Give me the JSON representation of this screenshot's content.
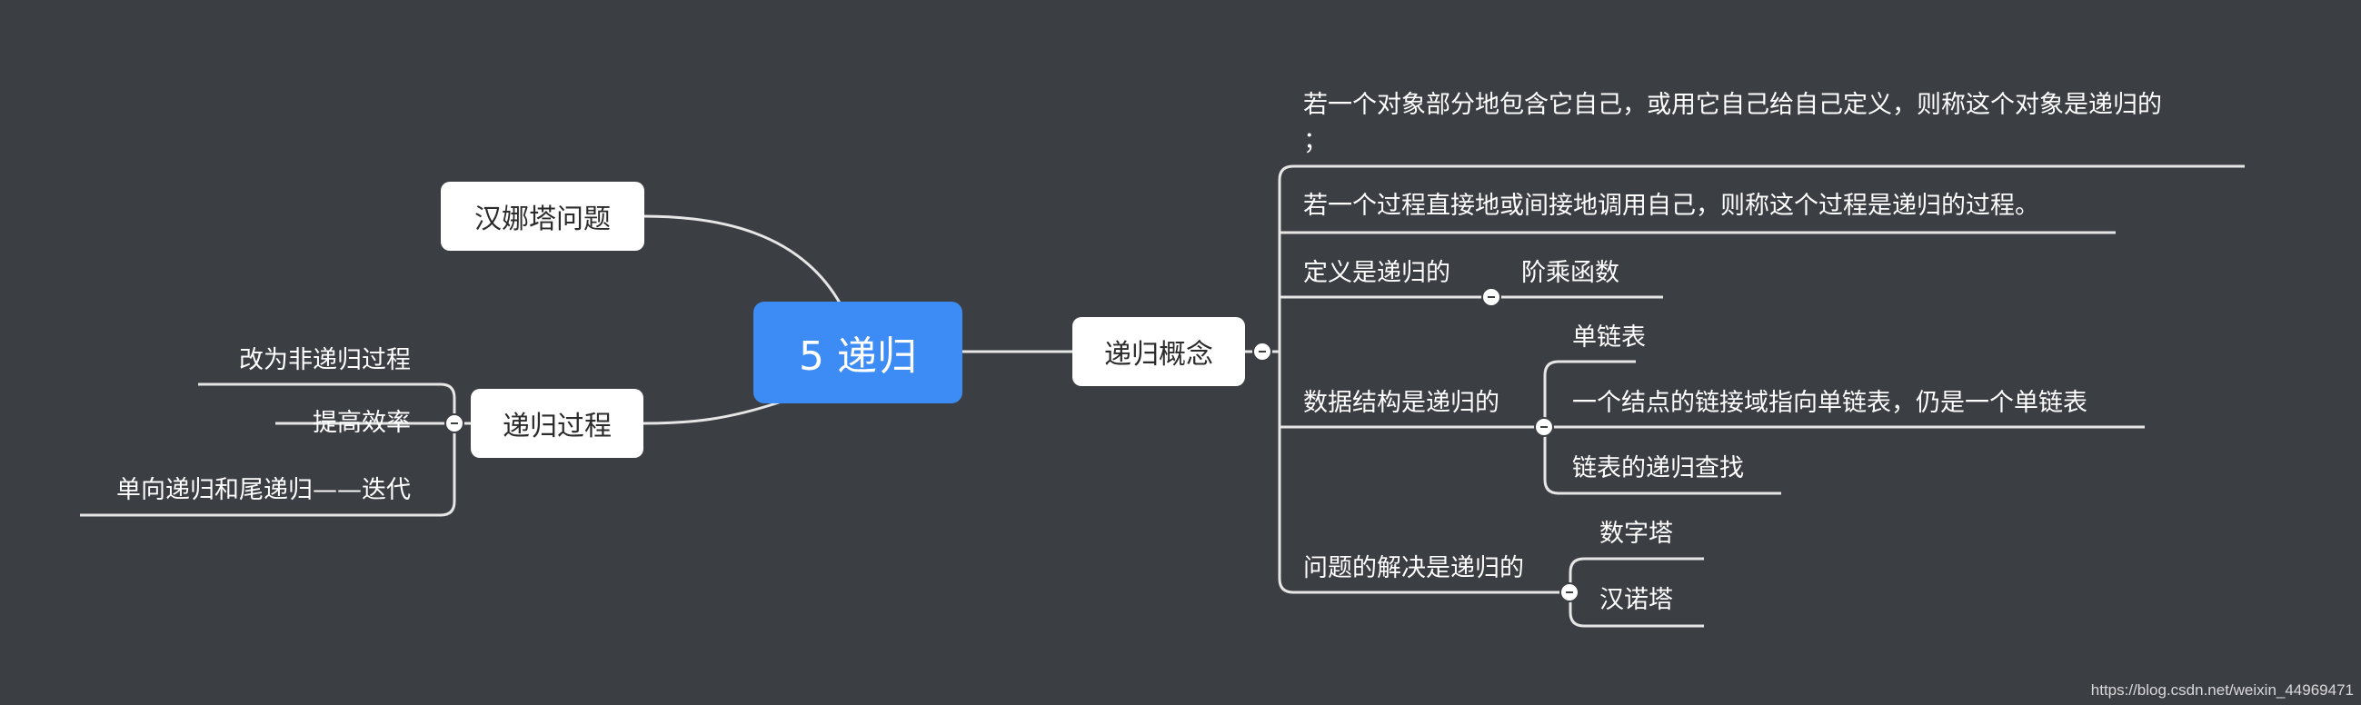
{
  "root": {
    "label": "5 递归"
  },
  "left_branches": {
    "hanoi": {
      "label": "汉娜塔问题"
    },
    "recursion_process": {
      "label": "递归过程",
      "children": [
        "改为非递归过程",
        "提高效率",
        "单向递归和尾递归——迭代"
      ]
    }
  },
  "right_branch": {
    "label": "递归概念",
    "children": {
      "object_def": {
        "line1": "若一个对象部分地包含它自己，或用它自己给自己定义，则称这个对象是递归的",
        "line2": "；"
      },
      "process_def": "若一个过程直接地或间接地调用自己，则称这个过程是递归的过程。",
      "definition": {
        "label": "定义是递归的",
        "children": [
          "阶乘函数"
        ]
      },
      "data_structure": {
        "label": "数据结构是递归的",
        "children": [
          "单链表",
          "一个结点的链接域指向单链表，仍是一个单链表",
          "链表的递归查找"
        ]
      },
      "problem_solving": {
        "label": "问题的解决是递归的",
        "children": [
          "数字塔",
          "汉诺塔"
        ]
      }
    }
  },
  "watermark": "https://blog.csdn.net/weixin_44969471",
  "colors": {
    "background": "#3b3e43",
    "root": "#3d8bf5",
    "line": "#e6e6e6",
    "node": "#ffffff"
  }
}
